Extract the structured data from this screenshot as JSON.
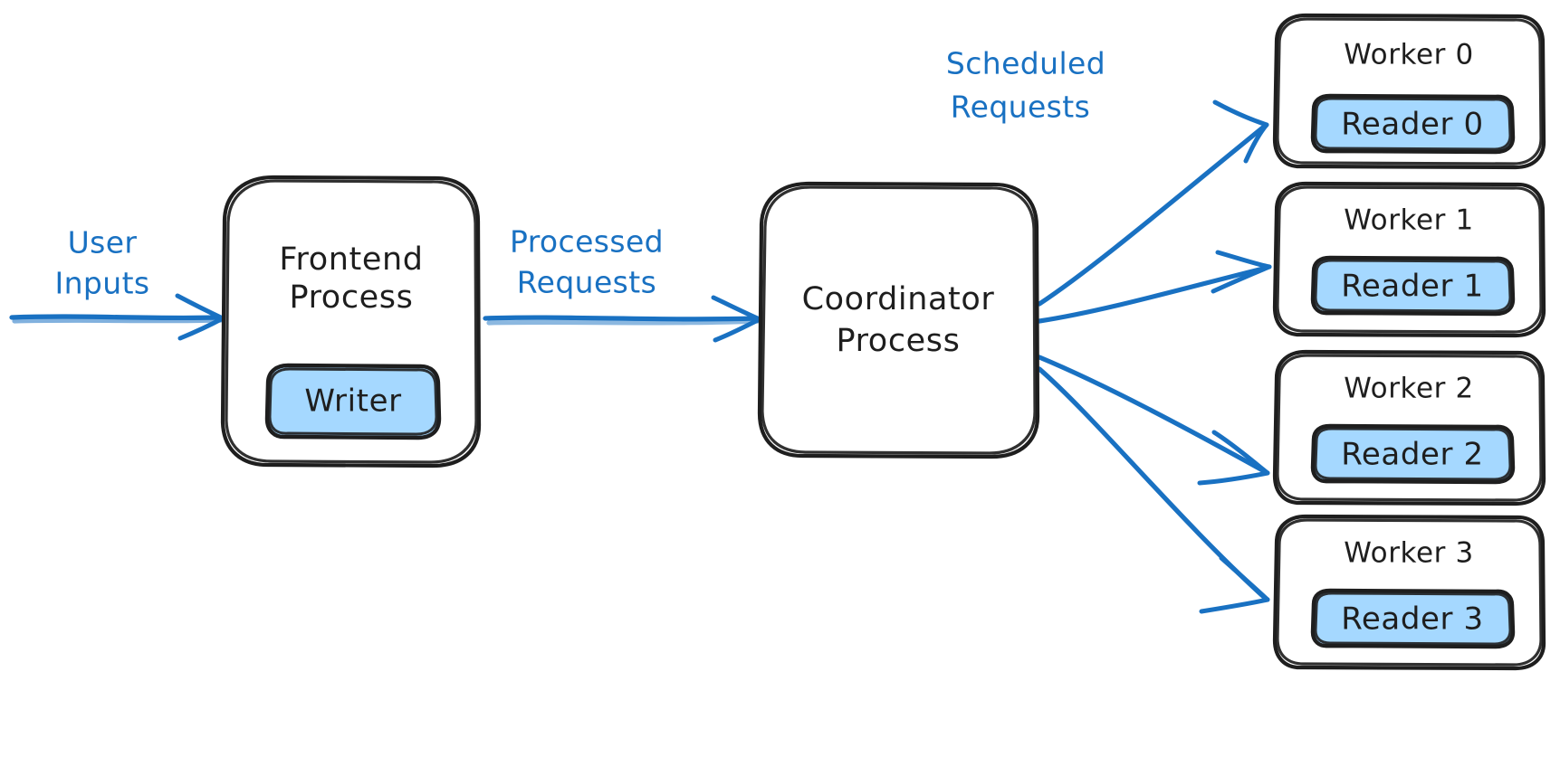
{
  "diagram": {
    "title": "Frontend / Coordinator / Worker process architecture",
    "style": "hand-drawn",
    "colors": {
      "stroke": "#1e1e1e",
      "accent_blue": "#1971c2",
      "inner_fill": "#a5d8ff",
      "background": "#ffffff"
    },
    "nodes": {
      "frontend": {
        "line1": "Frontend",
        "line2": "Process",
        "inner": "Writer"
      },
      "coordinator": {
        "line1": "Coordinator",
        "line2": "Process"
      },
      "workers": [
        {
          "title": "Worker 0",
          "inner": "Reader 0"
        },
        {
          "title": "Worker 1",
          "inner": "Reader 1"
        },
        {
          "title": "Worker 2",
          "inner": "Reader 2"
        },
        {
          "title": "Worker 3",
          "inner": "Reader 3"
        }
      ]
    },
    "edges": {
      "user_inputs": {
        "line1": "User",
        "line2": "Inputs"
      },
      "processed_requests": {
        "line1": "Processed",
        "line2": "Requests"
      },
      "scheduled_requests": {
        "line1": "Scheduled",
        "line2": "Requests"
      }
    }
  }
}
